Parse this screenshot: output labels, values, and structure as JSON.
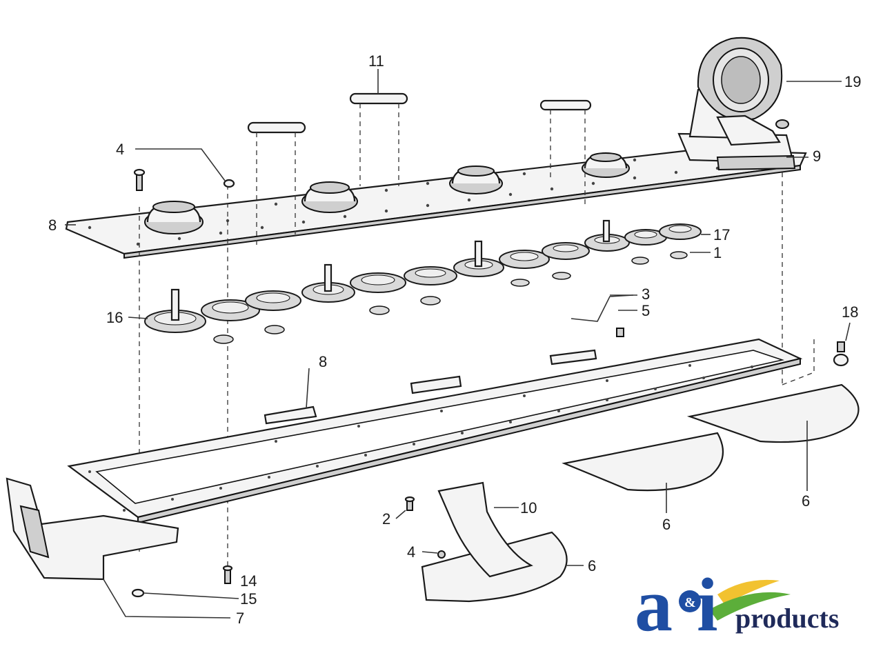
{
  "callouts": [
    {
      "id": "c11",
      "text": "11"
    },
    {
      "id": "c19",
      "text": "19"
    },
    {
      "id": "c4a",
      "text": "4"
    },
    {
      "id": "c9",
      "text": "9"
    },
    {
      "id": "c8a",
      "text": "8"
    },
    {
      "id": "c17",
      "text": "17"
    },
    {
      "id": "c1",
      "text": "1"
    },
    {
      "id": "c3",
      "text": "3"
    },
    {
      "id": "c5",
      "text": "5"
    },
    {
      "id": "c16",
      "text": "16"
    },
    {
      "id": "c18",
      "text": "18"
    },
    {
      "id": "c8b",
      "text": "8"
    },
    {
      "id": "c10",
      "text": "10"
    },
    {
      "id": "c2",
      "text": "2"
    },
    {
      "id": "c4b",
      "text": "4"
    },
    {
      "id": "c6a",
      "text": "6"
    },
    {
      "id": "c6b",
      "text": "6"
    },
    {
      "id": "c6c",
      "text": "6"
    },
    {
      "id": "c14",
      "text": "14"
    },
    {
      "id": "c15",
      "text": "15"
    },
    {
      "id": "c7",
      "text": "7"
    }
  ],
  "logo": {
    "letter_a": "a",
    "letter_i": "i",
    "amp": "&",
    "word": "products",
    "colors": {
      "blue": "#1f4ea3",
      "yellow": "#f2c230",
      "green": "#5cae3a",
      "navy": "#1f2a5a"
    }
  }
}
